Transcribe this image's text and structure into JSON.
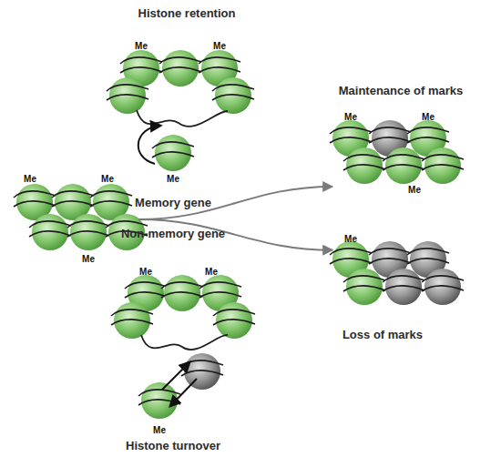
{
  "diagram": {
    "nodes": [
      {
        "text": [
          "Histone retention",
          "Me",
          "Me",
          "Me"
        ]
      },
      {
        "text": [
          "Me",
          "Me",
          "Me"
        ]
      },
      {
        "text": [
          "Maintenance of marks",
          "Me",
          "Me",
          "Me"
        ]
      },
      {
        "text": [
          "Me",
          "Loss of marks"
        ]
      },
      {
        "text": [
          "Me",
          "Me",
          "Me",
          "Histone turnover"
        ]
      }
    ],
    "edges": [
      {
        "from": 1,
        "to": 2,
        "arrow": "to",
        "label": "Memory gene"
      },
      {
        "from": 1,
        "to": 3,
        "arrow": "to",
        "label": "Non-memory gene"
      }
    ]
  }
}
